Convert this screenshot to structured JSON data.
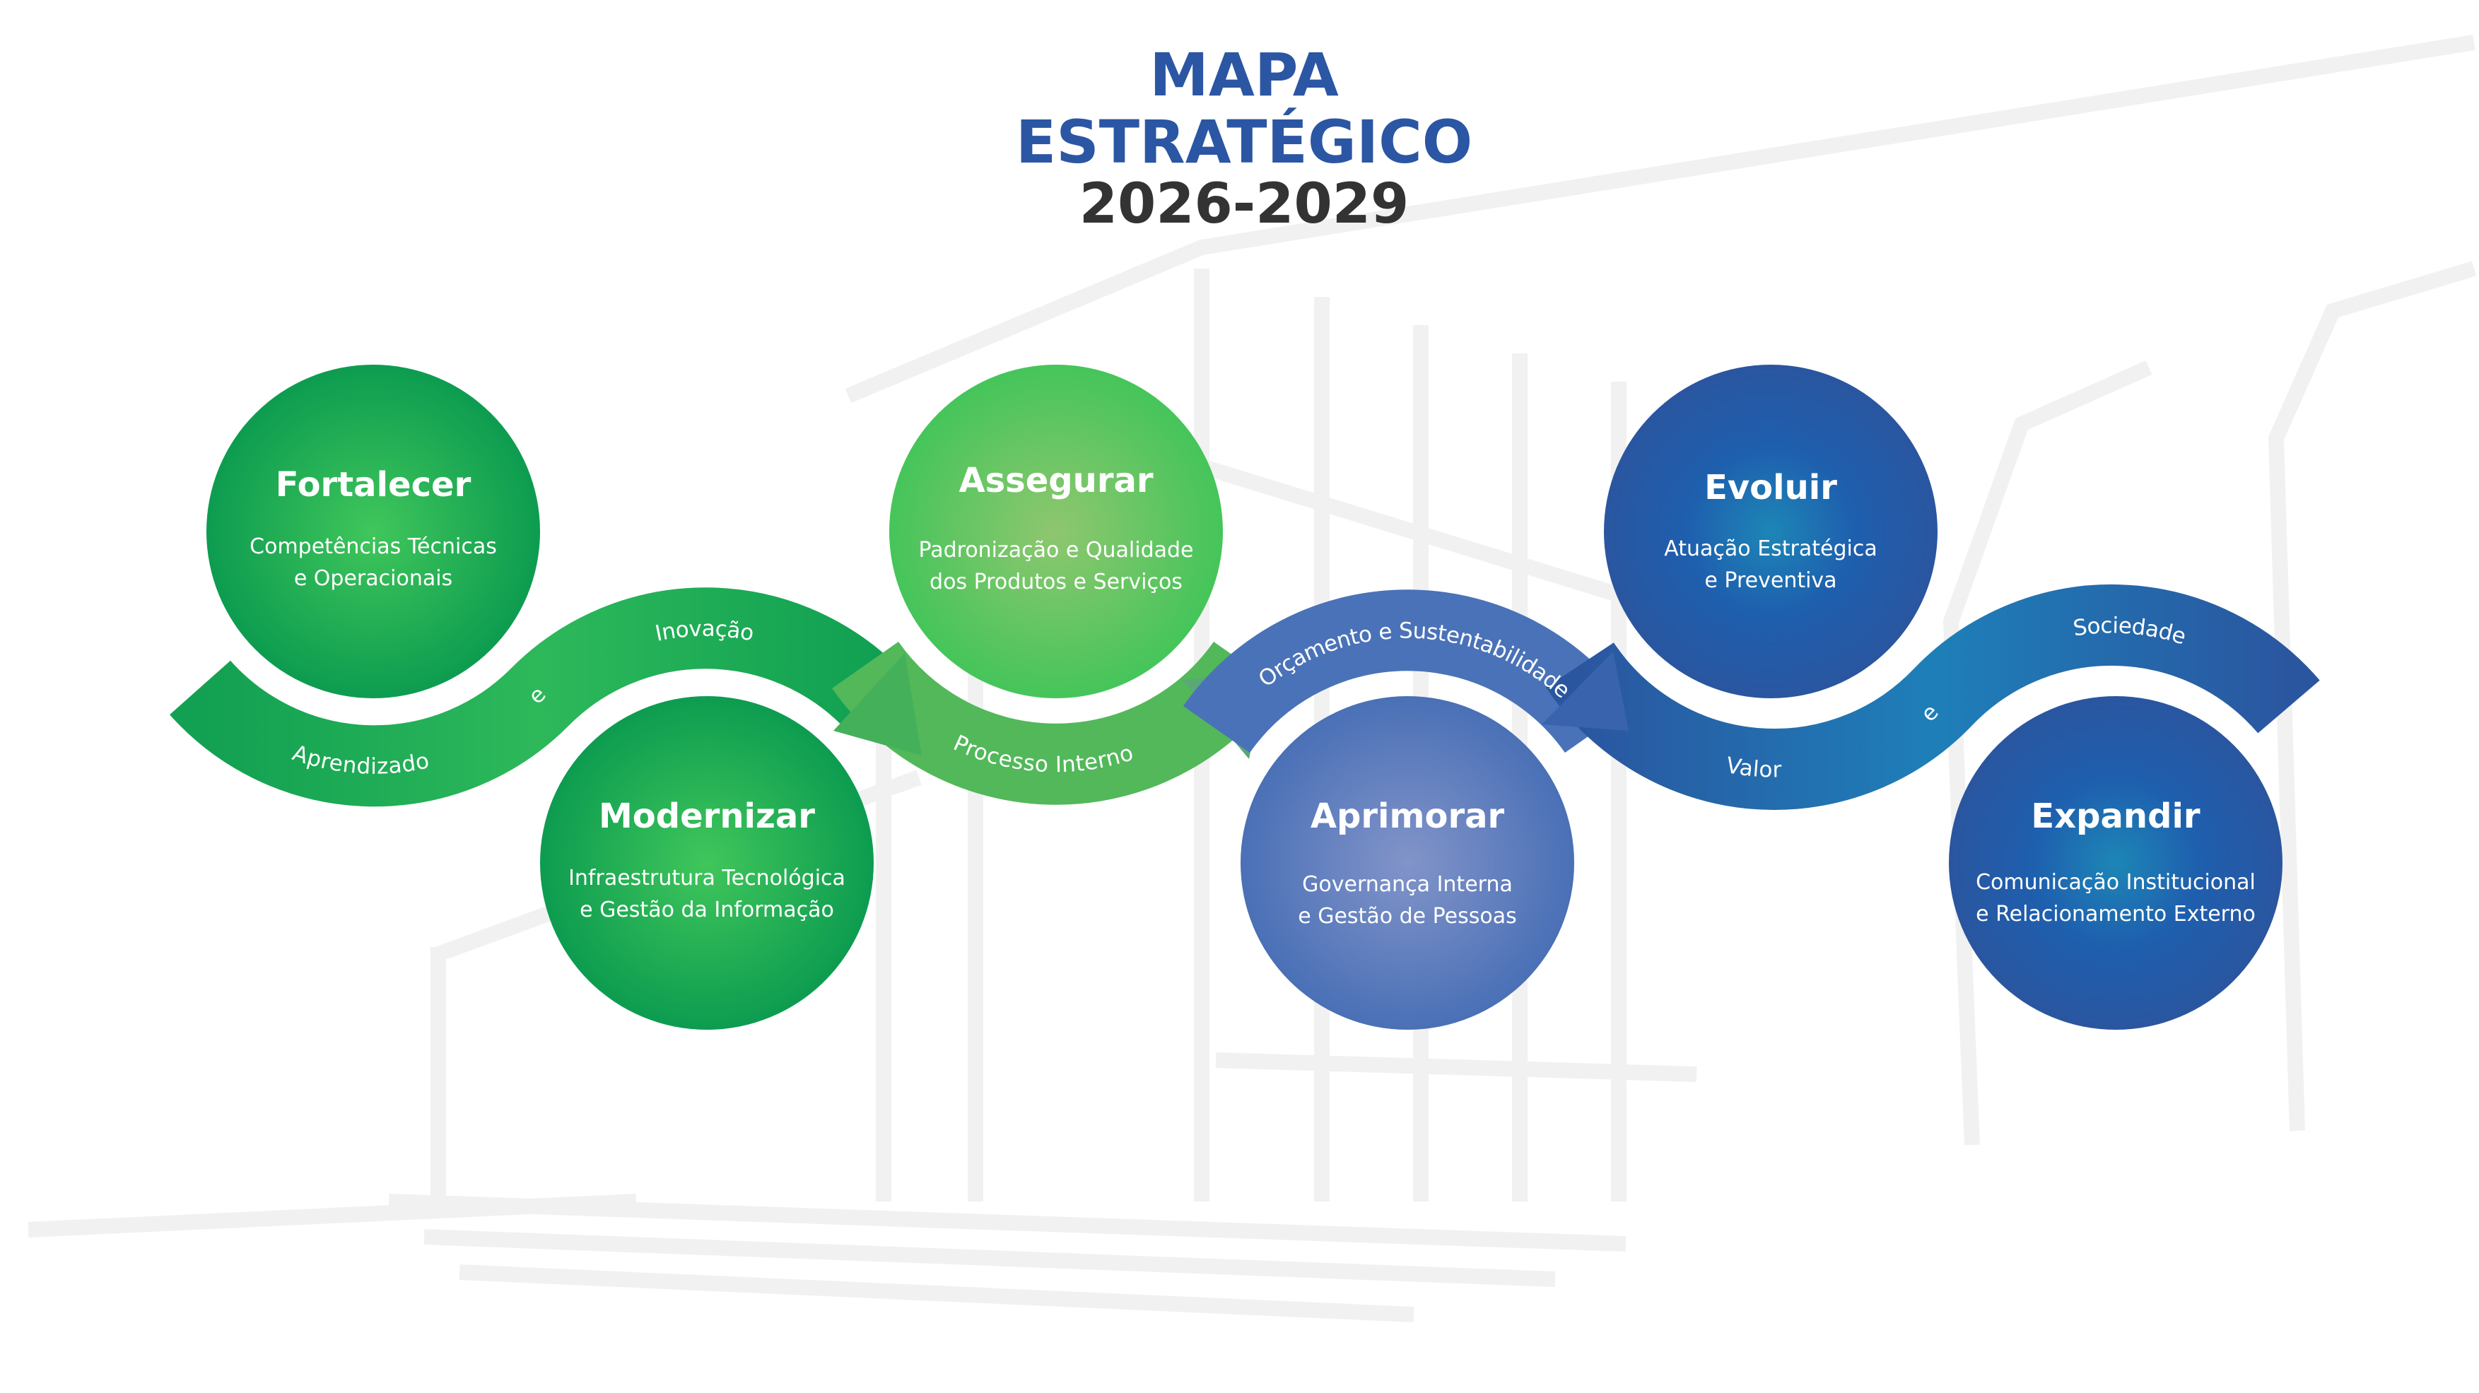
{
  "title": {
    "line1": "MAPA",
    "line2": "ESTRATÉGICO",
    "years": "2026-2029"
  },
  "colors": {
    "title_blue": "#2b56a3",
    "title_dark": "#333333",
    "green": "#0f9d50",
    "light_green": "#52b85a",
    "blue": "#4a72b8",
    "dark_blue": "#2a5aa3"
  },
  "objectives": [
    {
      "title": "Fortalecer",
      "line1": "Competências Técnicas",
      "line2": "e Operacionais"
    },
    {
      "title": "Modernizar",
      "line1": "Infraestrutura Tecnológica",
      "line2": "e Gestão da Informação"
    },
    {
      "title": "Assegurar",
      "line1": "Padronização e Qualidade",
      "line2": "dos Produtos e Serviços"
    },
    {
      "title": "Aprimorar",
      "line1": "Governança Interna",
      "line2": "e Gestão de Pessoas"
    },
    {
      "title": "Evoluir",
      "line1": "Atuação Estratégica",
      "line2": "e Preventiva"
    },
    {
      "title": "Expandir",
      "line1": "Comunicação Institucional",
      "line2": "e Relacionamento Externo"
    }
  ],
  "perspectives": {
    "aprendizado": "Aprendizado",
    "e1": "e",
    "inovacao": "Inovação",
    "processo": "Processo Interno",
    "orcamento": "Orçamento e Sustentabilidade",
    "valor": "Valor",
    "e2": "e",
    "sociedade": "Sociedade"
  }
}
